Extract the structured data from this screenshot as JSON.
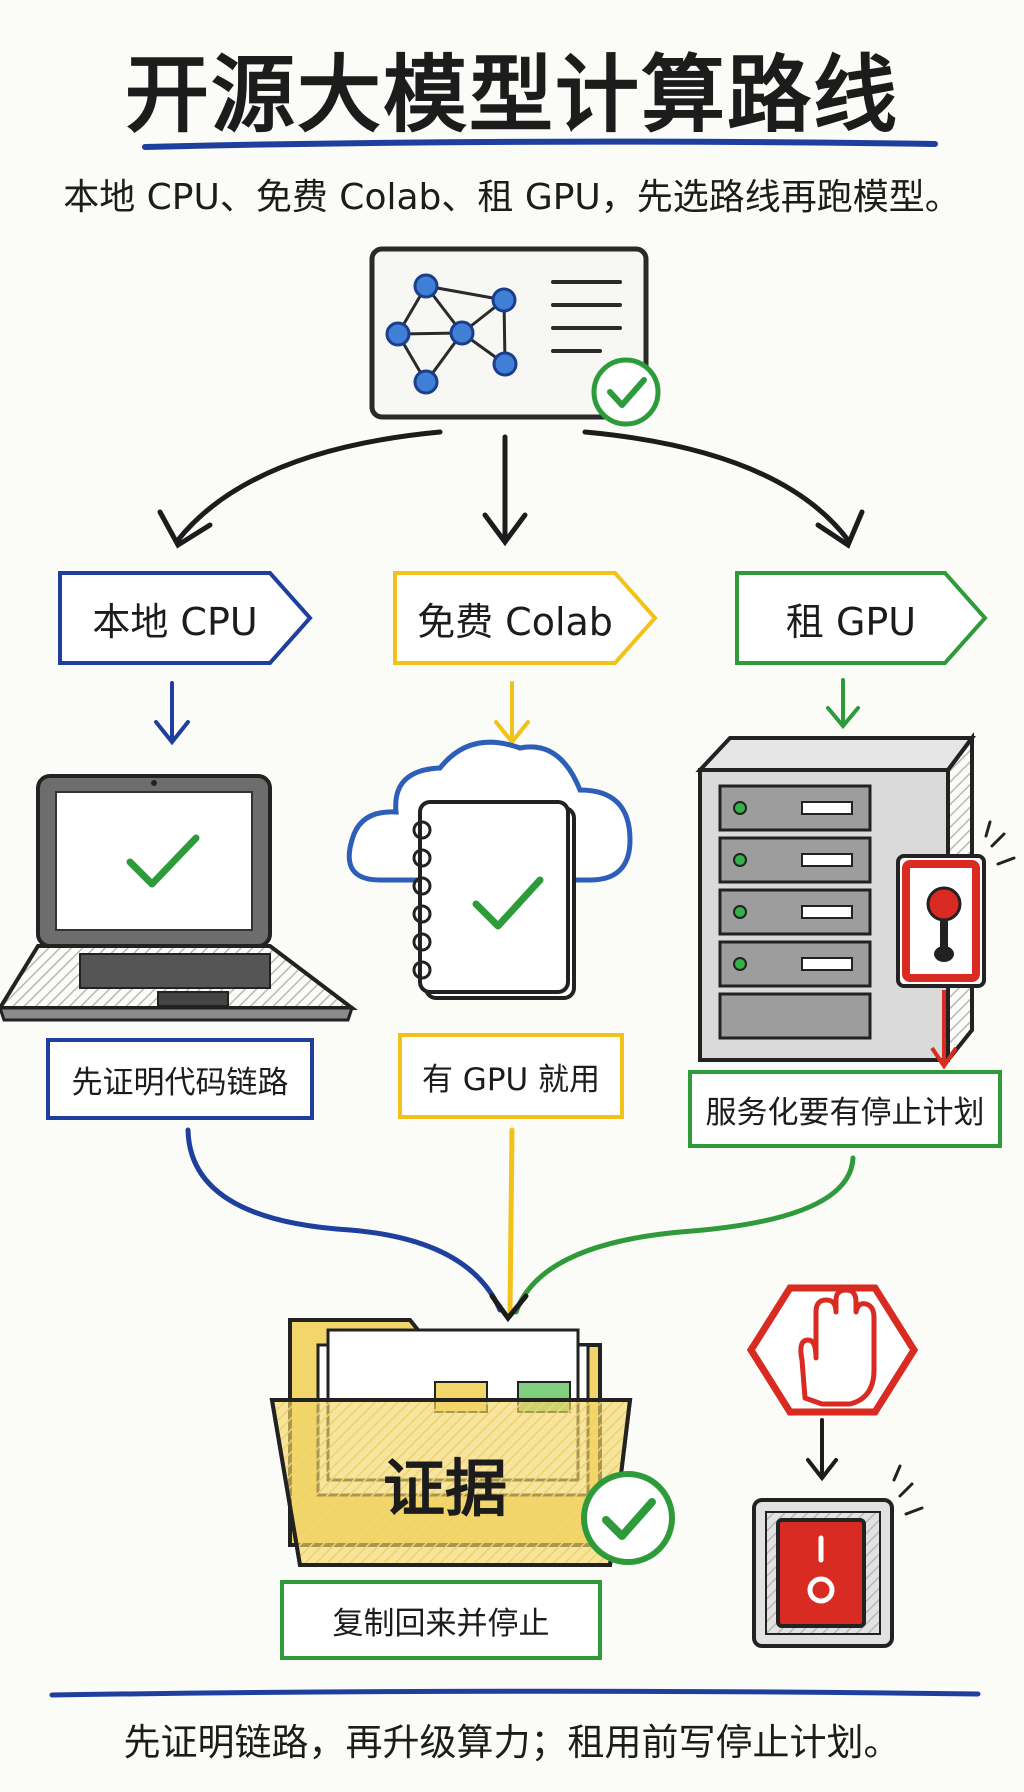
{
  "title": "开源大模型计算路线",
  "subtitle": "本地 CPU、免费 Colab、租 GPU，先选路线再跑模型。",
  "routes": [
    {
      "label": "本地 CPU",
      "note": "先证明代码链路",
      "color": "#1f3f9e"
    },
    {
      "label": "免费 Colab",
      "note": "有 GPU 就用",
      "color": "#f2c21b"
    },
    {
      "label": "租 GPU",
      "note": "服务化要有停止计划",
      "color": "#2f9a3a"
    }
  ],
  "evidence": {
    "folder_text": "证据",
    "note": "复制回来并停止"
  },
  "footer": "先证明链路，再升级算力；租用前写停止计划。",
  "colors": {
    "red": "#d92b22",
    "check_green": "#2e9b3a",
    "navy_rule": "#1f3f9e"
  },
  "icons": [
    "network-card-icon",
    "laptop-icon",
    "cloud-notebook-icon",
    "server-icon",
    "stop-button-icon",
    "folder-icon",
    "stop-sign-hand-icon",
    "power-switch-icon",
    "check-icon"
  ]
}
